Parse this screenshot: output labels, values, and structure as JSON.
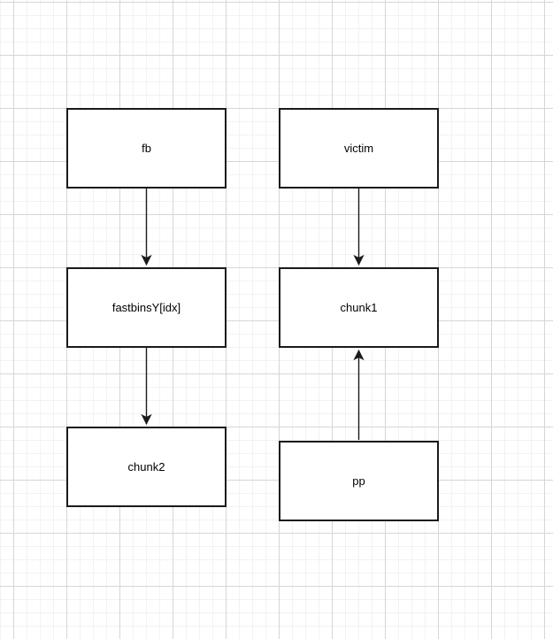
{
  "canvas": {
    "background_color": "#ffffff",
    "grid_minor_color": "#f2f2f2",
    "grid_major_color": "#d6d6d6",
    "shape_fill_color": "#ffffff",
    "shape_stroke_color": "#1a1a1a",
    "edge_color": "#1a1a1a",
    "label_color": "#000000"
  },
  "diagram": {
    "nodes": [
      {
        "id": "fb",
        "label": "fb"
      },
      {
        "id": "fastbins",
        "label": "fastbinsY[idx]"
      },
      {
        "id": "chunk2",
        "label": "chunk2"
      },
      {
        "id": "victim",
        "label": "victim"
      },
      {
        "id": "chunk1",
        "label": "chunk1"
      },
      {
        "id": "pp",
        "label": "pp"
      }
    ],
    "edges": [
      {
        "from": "fb",
        "to": "fastbins",
        "direction": "down"
      },
      {
        "from": "fastbins",
        "to": "chunk2",
        "direction": "down"
      },
      {
        "from": "victim",
        "to": "chunk1",
        "direction": "down"
      },
      {
        "from": "pp",
        "to": "chunk1",
        "direction": "up"
      }
    ]
  }
}
